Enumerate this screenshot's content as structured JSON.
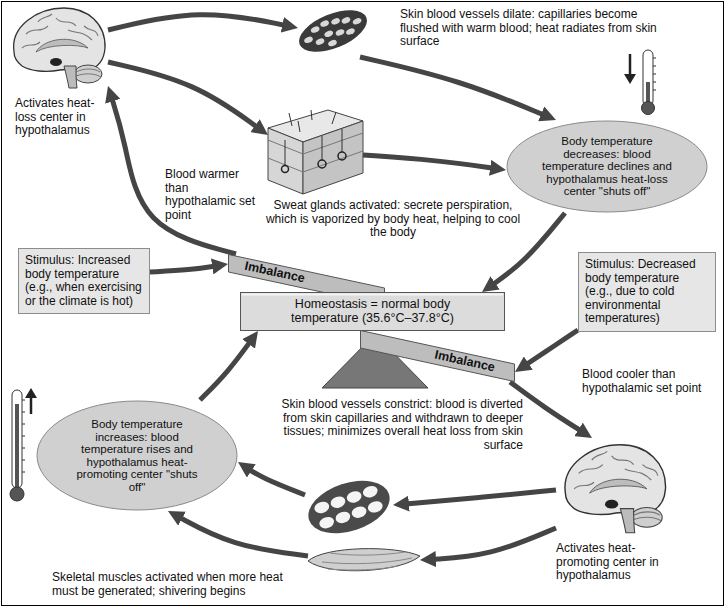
{
  "diagram": {
    "nodes": [
      {
        "text": [
          "Activates heat-loss center in hypothalamus"
        ]
      },
      {
        "text": [
          "Skin blood vessels dilate: capillaries become flushed with warm blood; heat radiates from skin surface"
        ]
      },
      {
        "text": [
          "Sweat glands activated: secrete perspiration, which is vaporized by body heat, helping to cool the body"
        ]
      },
      {
        "text": [
          "Body temperature decreases: blood temperature declines and hypothalamus heat-loss center \"shuts off\""
        ]
      },
      {
        "text": [
          "Stimulus: Increased body temperature (e.g., when exercising or the climate is hot)"
        ]
      },
      {
        "text": [
          "Imbalance"
        ]
      },
      {
        "text": [
          "Homeostasis = normal body temperature (35.6°C–37.8°C)"
        ]
      },
      {
        "text": [
          "Stimulus: Decreased body temperature (e.g., due to cold environmental temperatures)"
        ]
      },
      {
        "text": [
          "Imbalance"
        ]
      },
      {
        "text": [
          "Body temperature increases: blood temperature rises and hypothalamus heat-promoting center \"shuts off\""
        ]
      },
      {
        "text": [
          "Skin blood vessels constrict: blood is diverted from skin capillaries and withdrawn to deeper tissues; minimizes overall heat loss from skin surface"
        ]
      },
      {
        "text": [
          "Activates heat-promoting center in hypothalamus"
        ]
      },
      {
        "text": [
          "Skeletal muscles activated when more heat must be generated; shivering begins"
        ]
      }
    ],
    "edges": [
      {
        "from": 4,
        "to": 5,
        "arrow": "to"
      },
      {
        "from": 5,
        "to": 0,
        "label": "Blood warmer than hypothalamic set point",
        "arrow": "to"
      },
      {
        "from": 0,
        "to": 1,
        "arrow": "to"
      },
      {
        "from": 0,
        "to": 2,
        "arrow": "to"
      },
      {
        "from": 1,
        "to": 3,
        "arrow": "to"
      },
      {
        "from": 2,
        "to": 3,
        "arrow": "to"
      },
      {
        "from": 3,
        "to": 6,
        "arrow": "to"
      },
      {
        "from": 7,
        "to": 8,
        "arrow": "to"
      },
      {
        "from": 8,
        "to": 11,
        "label": "Blood cooler than hypothalamic set point",
        "arrow": "to"
      },
      {
        "from": 11,
        "to": 10,
        "arrow": "to"
      },
      {
        "from": 11,
        "to": 12,
        "arrow": "to"
      },
      {
        "from": 10,
        "to": 9,
        "arrow": "to"
      },
      {
        "from": 12,
        "to": 9,
        "arrow": "to"
      },
      {
        "from": 9,
        "to": 6,
        "arrow": "to"
      }
    ]
  }
}
